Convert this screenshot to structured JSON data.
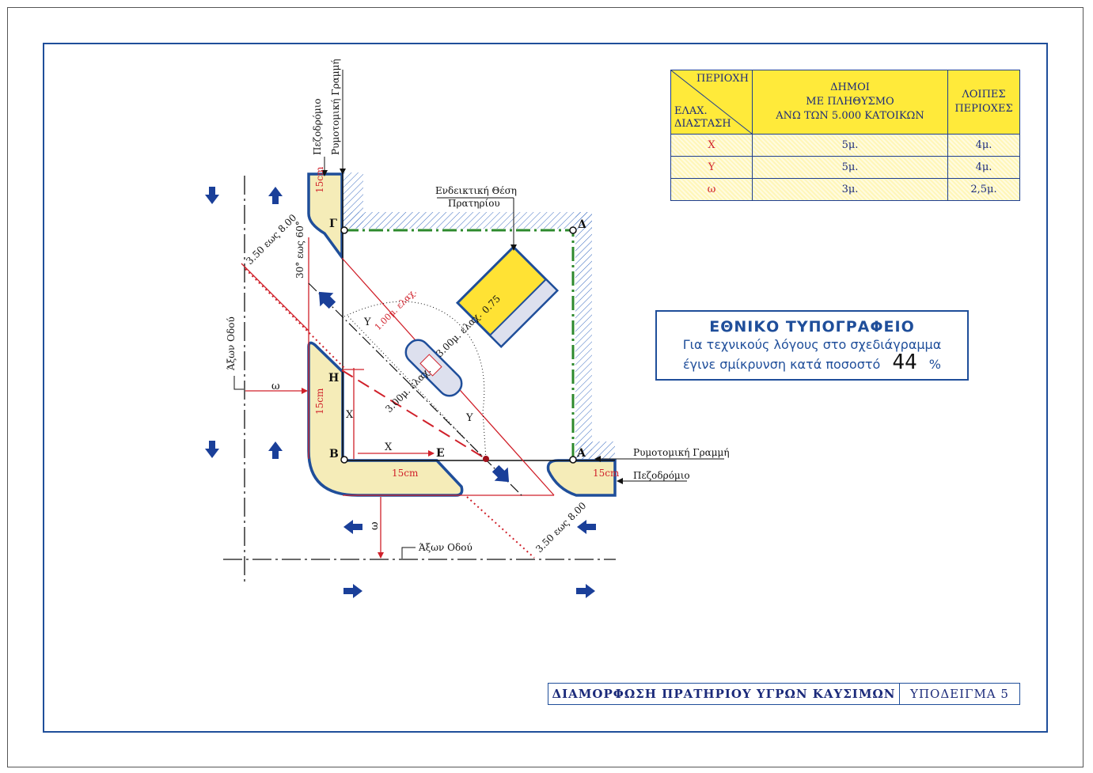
{
  "title_block": {
    "title": "ΔΙΑΜΟΡΦΩΣΗ ΠΡΑΤΗΡΙΟΥ ΥΓΡΩΝ ΚΑΥΣΙΜΩΝ",
    "subtitle": "ΥΠΟΔΕΙΓΜΑ 5"
  },
  "notice": {
    "heading": "ΕΘΝΙΚΟ ΤΥΠΟΓΡΑΦΕΙΟ",
    "line1": "Για τεχνικούς λόγους στο σχεδιάγραμμα",
    "line2": "έγινε σμίκρυνση κατά ποσοστό",
    "percent": "44",
    "percent_sign": "%"
  },
  "table": {
    "corner_top": "ΠΕΡΙΟΧΗ",
    "corner_bottom_1": "ΕΛΑΧ.",
    "corner_bottom_2": "ΔΙΑΣΤΑΣΗ",
    "col1_lines": [
      "ΔΗΜΟΙ",
      "ΜΕ ΠΛΗΘΥΣΜΟ",
      "ΑΝΩ ΤΩΝ 5.000 ΚΑΤΟΙΚΩΝ"
    ],
    "col2_lines": [
      "ΛΟΙΠΕΣ",
      "ΠΕΡΙΟΧΕΣ"
    ],
    "rows": [
      {
        "label": "X",
        "col1": "5μ.",
        "col2": "4μ."
      },
      {
        "label": "Y",
        "col1": "5μ.",
        "col2": "4μ."
      },
      {
        "label": "ω",
        "col1": "3μ.",
        "col2": "2,5μ."
      }
    ]
  },
  "drawing": {
    "pezodromio_vertical": "Πεζοδρόμιο",
    "rymotomiki_vertical": "Ρυμοτομική Γραμμή",
    "rymotomiki_right": "Ρυμοτομική Γραμμή",
    "pezodromio_right": "Πεζοδρόμιο",
    "axon_odou_left": "Άξων Οδού",
    "axon_odou_bottom": "Άξων Οδού",
    "station_label_1": "Ενδεικτική Θέση",
    "station_label_2": "Πρατηρίου",
    "angle_label": "30° εως 60°",
    "dist_top": "3.50 εως 8.00",
    "dist_bottom": "3.50 εως 8.00",
    "curb_15cm": "15cm",
    "pump_075": "0.75",
    "min_100": "1.00μ. ελαχ.",
    "min_300_a": "3.00μ. ελαχ.",
    "min_300_b": "3.00μ. ελαχ.",
    "point_G": "Γ",
    "point_D": "Δ",
    "point_H": "Η",
    "point_B": "Β",
    "point_E": "Ε",
    "point_A": "Α",
    "var_X": "X",
    "var_Y": "Y",
    "var_omega": "ω",
    "colors": {
      "frame": "#1f4e9a",
      "dimension_red": "#d0202a",
      "plot_boundary_green": "#2d8a2d",
      "curb_fill": "#f5ecb8",
      "station_yellow": "#ffe234",
      "arrow_blue": "#1a3f99"
    }
  }
}
